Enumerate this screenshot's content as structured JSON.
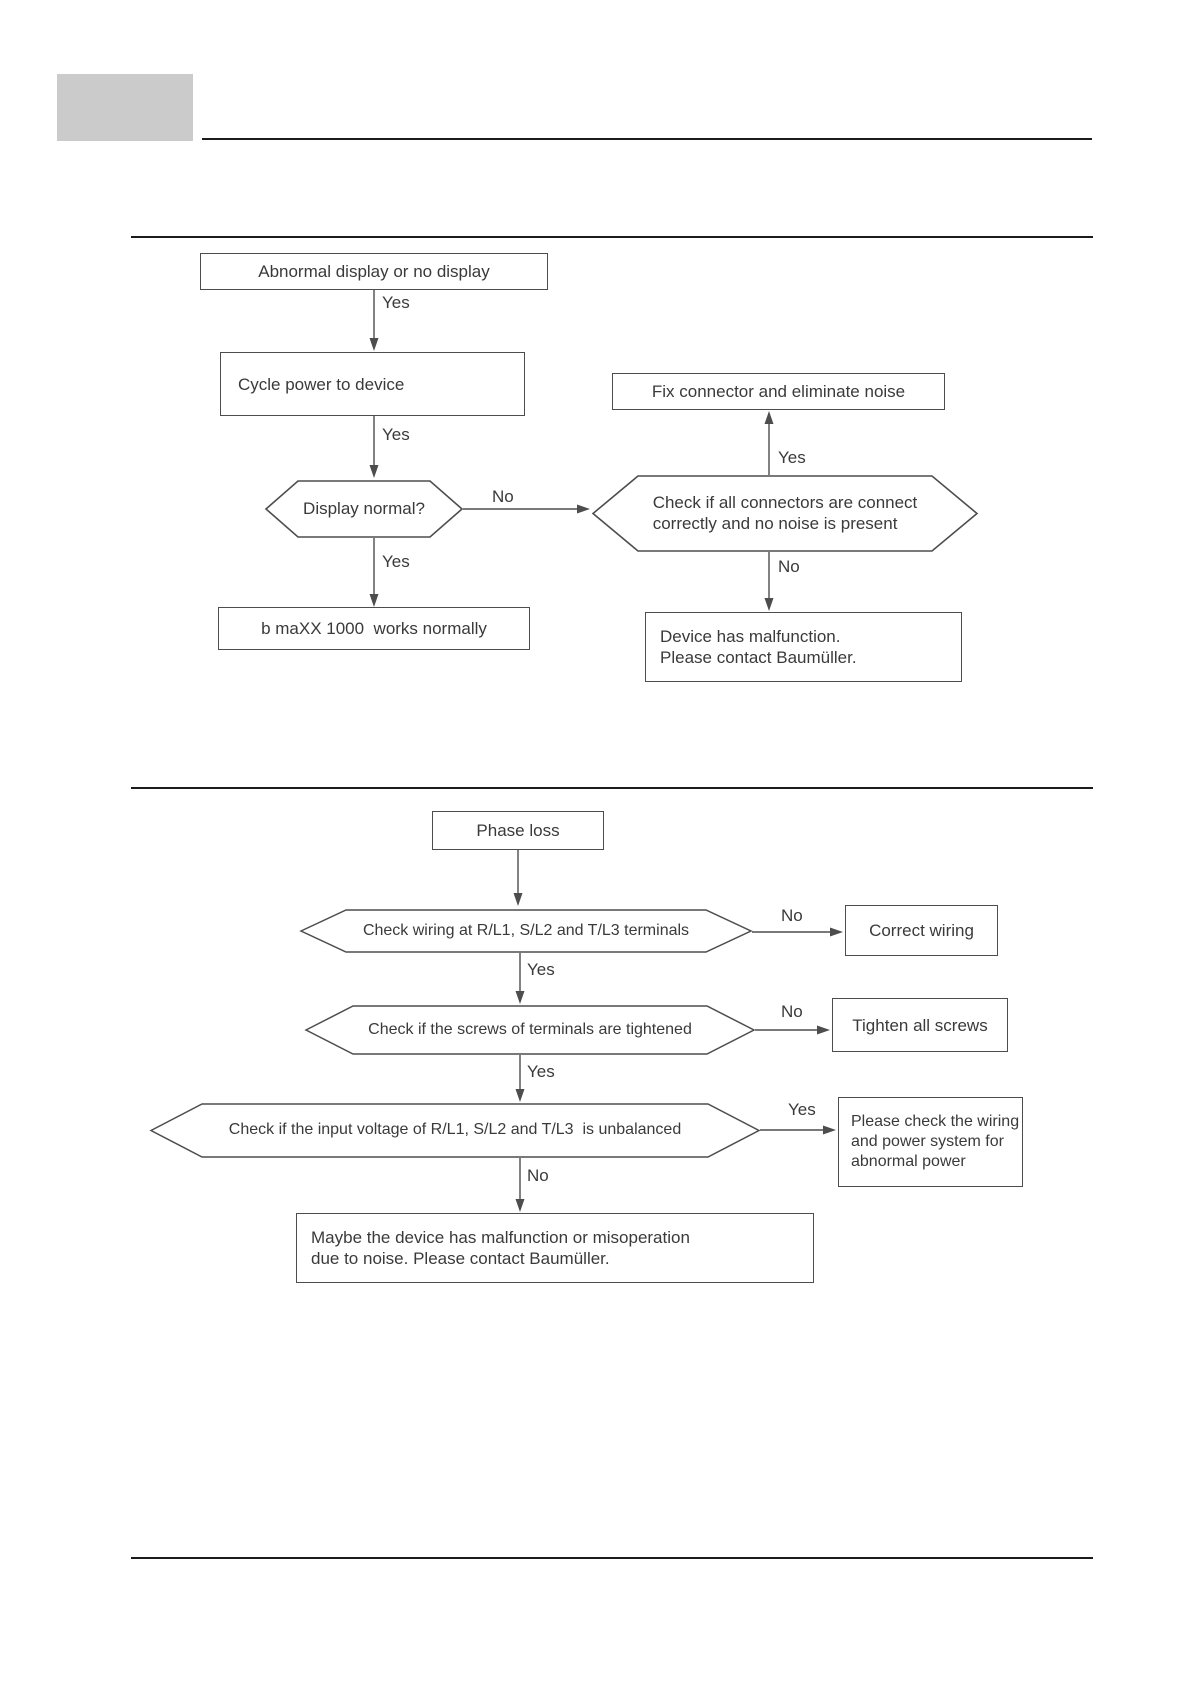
{
  "colors": {
    "header_tab": "#cbcbcb",
    "rule": "#1c1c1c",
    "node_border": "#4d4d4d",
    "text": "#3a3a3a"
  },
  "flowchart1": {
    "start": "Abnormal display or no display",
    "cycle_power": "Cycle power to device",
    "display_normal": "Display normal?",
    "works_normally": "b maXX 1000  works normally",
    "fix_connector": "Fix connector and eliminate noise",
    "check_connectors": {
      "line1": "Check if all connectors are connect",
      "line2": "correctly and no noise is present"
    },
    "malfunction": {
      "line1": "Device has malfunction.",
      "line2": "Please contact Baumüller."
    },
    "labels": {
      "yes_start": "Yes",
      "yes_cycle": "Yes",
      "yes_display": "Yes",
      "no_display": "No",
      "yes_connectors": "Yes",
      "no_connectors": "No"
    }
  },
  "flowchart2": {
    "phase_loss": "Phase loss",
    "check_wiring": "Check wiring at R/L1, S/L2 and T/L3 terminals",
    "correct_wiring": "Correct wiring",
    "check_screws": "Check if the screws of terminals are tightened",
    "tighten_screws": "Tighten all screws",
    "check_voltage": "Check if the input voltage of R/L1, S/L2 and T/L3  is unbalanced",
    "check_power": {
      "line1": "Please check the wiring",
      "line2": "and power system for",
      "line3": "abnormal power"
    },
    "maybe_malfunction": {
      "line1": "Maybe the device has malfunction or misoperation",
      "line2": "due to noise. Please contact Baumüller."
    },
    "labels": {
      "no_wiring": "No",
      "yes_wiring": "Yes",
      "no_screws": "No",
      "yes_screws": "Yes",
      "yes_voltage": "Yes",
      "no_voltage": "No"
    }
  }
}
